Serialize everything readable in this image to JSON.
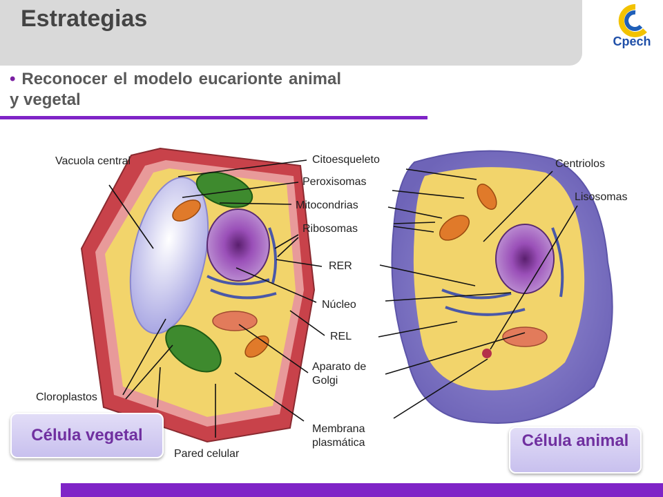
{
  "header": {
    "title": "Estrategias",
    "logo_text": "Cpech"
  },
  "bullet": {
    "marker": "•",
    "text": "Reconocer el modelo eucarionte animal y vegetal"
  },
  "labels": {
    "vacuola_central": "Vacuola central",
    "cloroplastos": "Cloroplastos",
    "pared_celular": "Pared celular",
    "citoesqueleto": "Citoesqueleto",
    "peroxisomas": "Peroxisomas",
    "mitocondrias": "Mitocondrias",
    "ribosomas": "Ribosomas",
    "rer": "RER",
    "nucleo": "Núcleo",
    "rel": "REL",
    "aparato_golgi": "Aparato de Golgi",
    "membrana_plasmatica": "Membrana plasmática",
    "centriolos": "Centriolos",
    "lisosomas": "Lisosomas"
  },
  "badges": {
    "vegetal": "Célula vegetal",
    "animal": "Célula animal"
  },
  "colors": {
    "accent_purple": "#7f24c7",
    "title_bar": "#d9d9d9",
    "badge_text": "#7030a0"
  }
}
